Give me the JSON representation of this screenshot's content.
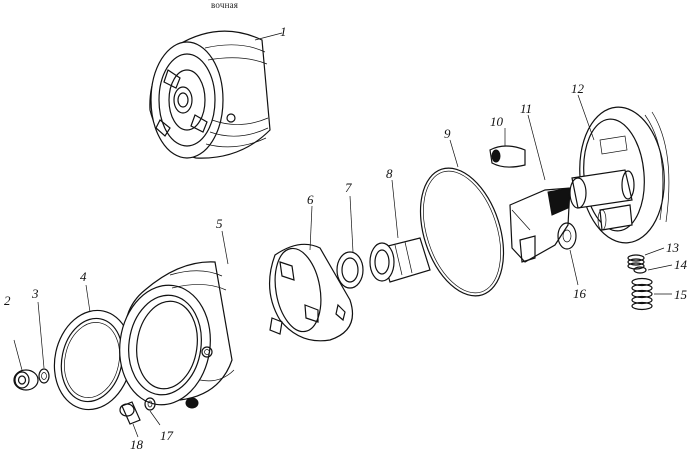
{
  "caption": "вочная",
  "callouts": [
    {
      "id": "1",
      "label": "1"
    },
    {
      "id": "2",
      "label": "2"
    },
    {
      "id": "3",
      "label": "3"
    },
    {
      "id": "4",
      "label": "4"
    },
    {
      "id": "5",
      "label": "5"
    },
    {
      "id": "6",
      "label": "6"
    },
    {
      "id": "7",
      "label": "7"
    },
    {
      "id": "8",
      "label": "8"
    },
    {
      "id": "9",
      "label": "9"
    },
    {
      "id": "10",
      "label": "10"
    },
    {
      "id": "11",
      "label": "11"
    },
    {
      "id": "12",
      "label": "12"
    },
    {
      "id": "13",
      "label": "13"
    },
    {
      "id": "14",
      "label": "14"
    },
    {
      "id": "15",
      "label": "15"
    },
    {
      "id": "16",
      "label": "16"
    },
    {
      "id": "17",
      "label": "17"
    },
    {
      "id": "18",
      "label": "18"
    }
  ],
  "ink_color": "#111111"
}
